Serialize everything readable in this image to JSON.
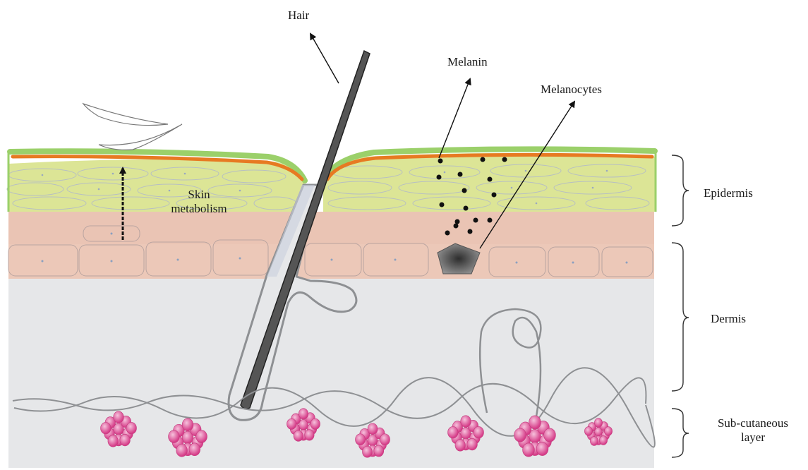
{
  "labels": {
    "hair": "Hair",
    "melanin": "Melanin",
    "melanocytes": "Melanocytes",
    "skin_metabolism_line1": "Skin",
    "skin_metabolism_line2": "metabolism",
    "epidermis": "Epidermis",
    "dermis": "Dermis",
    "subcutaneous_line1": "Sub-cutaneous",
    "subcutaneous_line2": "layer"
  },
  "colors": {
    "stratum_corneum_orange": "#e77a22",
    "outer_green_edge": "#9bd06a",
    "epidermis_yellow_green": "#dce596",
    "basal_pink": "#ecc8b8",
    "dermis_gray": "#e6e7e9",
    "hair_shaft": "#555555",
    "follicle_gray": "#c9cdd2",
    "fat_pink": "#e0559a",
    "melanin_dots": "#111111"
  }
}
